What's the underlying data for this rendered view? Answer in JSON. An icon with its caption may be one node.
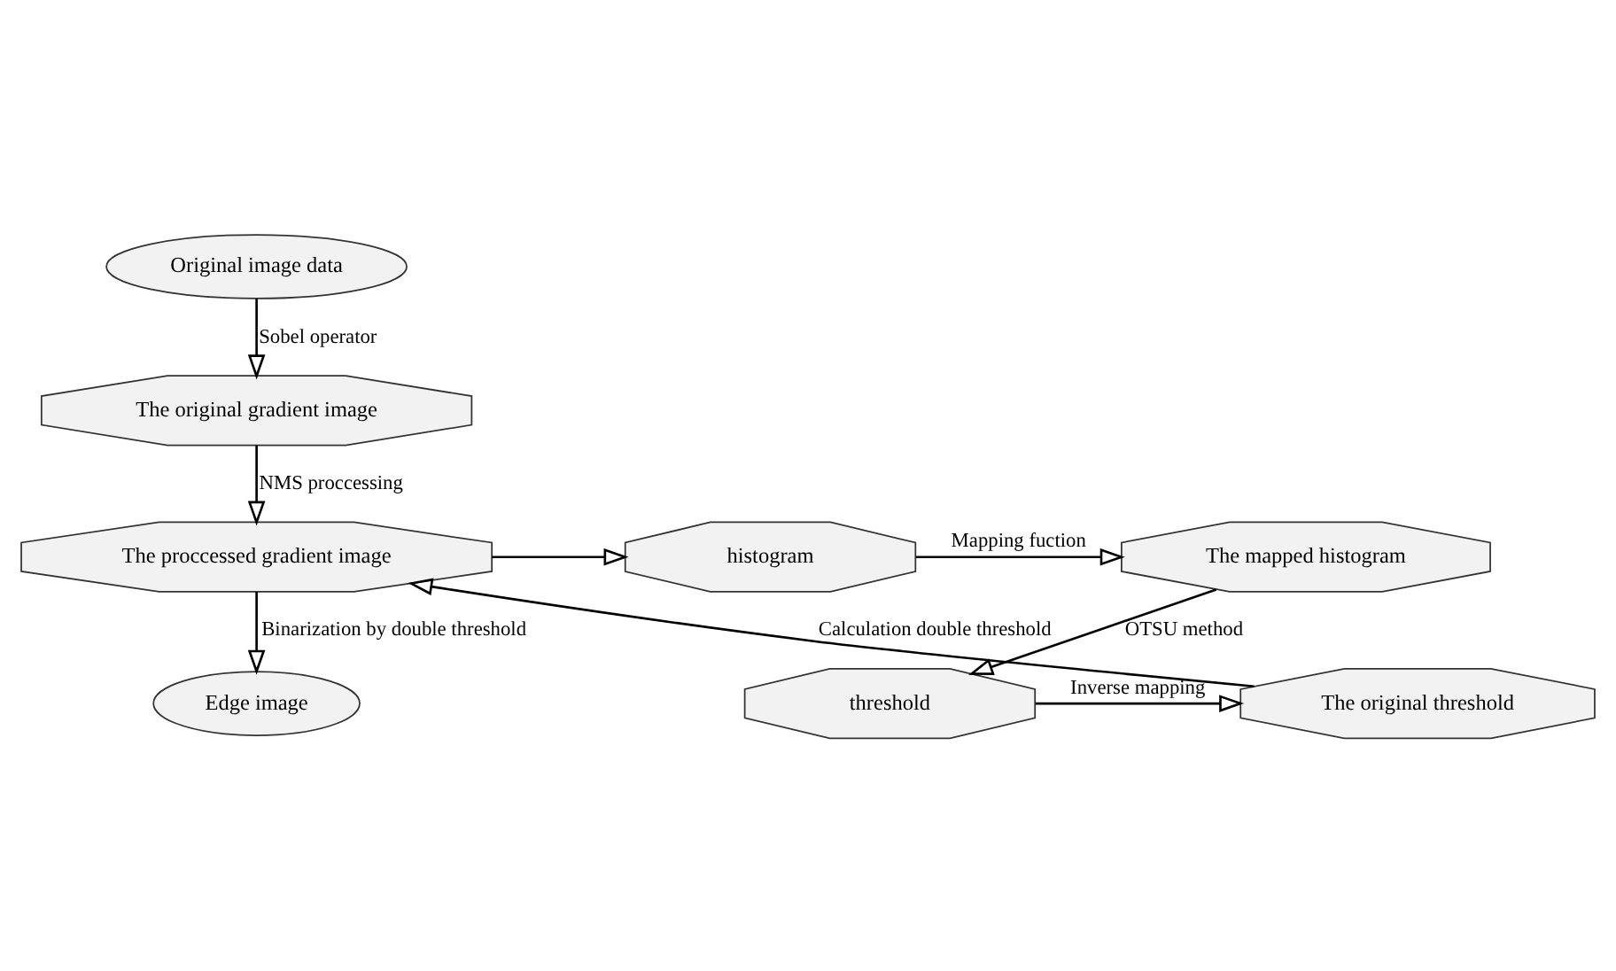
{
  "diagram": {
    "nodes": [
      {
        "text": [
          "Original image data"
        ]
      },
      {
        "text": [
          "The original gradient image"
        ]
      },
      {
        "text": [
          "The proccessed gradient image"
        ]
      },
      {
        "text": [
          "histogram"
        ]
      },
      {
        "text": [
          "The mapped histogram"
        ]
      },
      {
        "text": [
          "threshold"
        ]
      },
      {
        "text": [
          "The original threshold"
        ]
      },
      {
        "text": [
          "Edge image"
        ]
      }
    ],
    "edges": [
      {
        "from": 0,
        "to": 1,
        "arrow": "to",
        "label": "Sobel operator"
      },
      {
        "from": 1,
        "to": 2,
        "arrow": "to",
        "label": "NMS proccessing"
      },
      {
        "from": 2,
        "to": 3,
        "arrow": "to"
      },
      {
        "from": 3,
        "to": 4,
        "arrow": "to",
        "label": "Mapping fuction"
      },
      {
        "from": 4,
        "to": 5,
        "arrow": "to",
        "label": "OTSU method"
      },
      {
        "from": 5,
        "to": 6,
        "arrow": "to",
        "label": "Inverse mapping"
      },
      {
        "from": 6,
        "to": 2,
        "arrow": "to",
        "label": "Calculation double threshold"
      },
      {
        "from": 2,
        "to": 7,
        "arrow": "to",
        "label": "Binarization by double threshold"
      }
    ]
  }
}
